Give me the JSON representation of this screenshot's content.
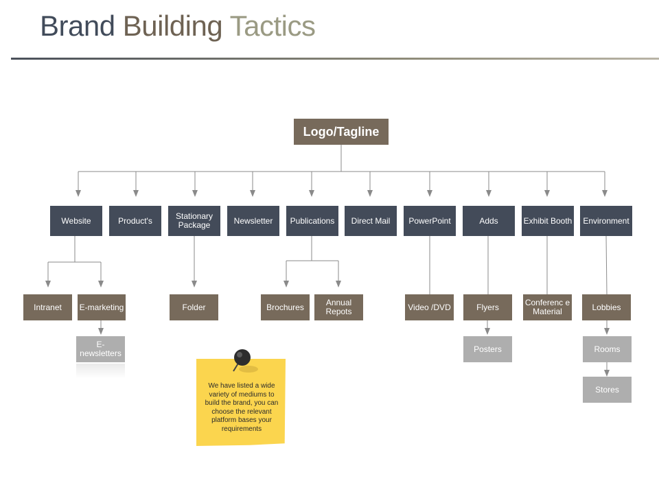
{
  "title": {
    "part1": "Brand",
    "part2": "Building",
    "part3": "Tactics"
  },
  "root": "Logo/Tagline",
  "level1": [
    "Website",
    "Product's",
    "Stationary Package",
    "Newsletter",
    "Publications",
    "Direct Mail",
    "PowerPoint",
    "Adds",
    "Exhibit Booth",
    "Environment"
  ],
  "level2": {
    "intranet": "Intranet",
    "emarketing": "E-marketing",
    "folder": "Folder",
    "brochures": "Brochures",
    "annual_repots": "Annual Repots",
    "video_dvd": "Video /DVD",
    "flyers": "Flyers",
    "conference_material": "Conferenc e Material",
    "lobbies": "Lobbies"
  },
  "level3": {
    "enewsletters": "E- newsletters",
    "posters": "Posters",
    "rooms": "Rooms",
    "stores": "Stores"
  },
  "note": "We have listed a wide variety of mediums to build the brand, you can choose the relevant platform bases your requirements",
  "colors": {
    "dark_box": "#434b59",
    "brown_box": "#776a5b",
    "grey_box": "#aeaeae",
    "note": "#fbd54e",
    "connector": "#8a8a8a"
  }
}
